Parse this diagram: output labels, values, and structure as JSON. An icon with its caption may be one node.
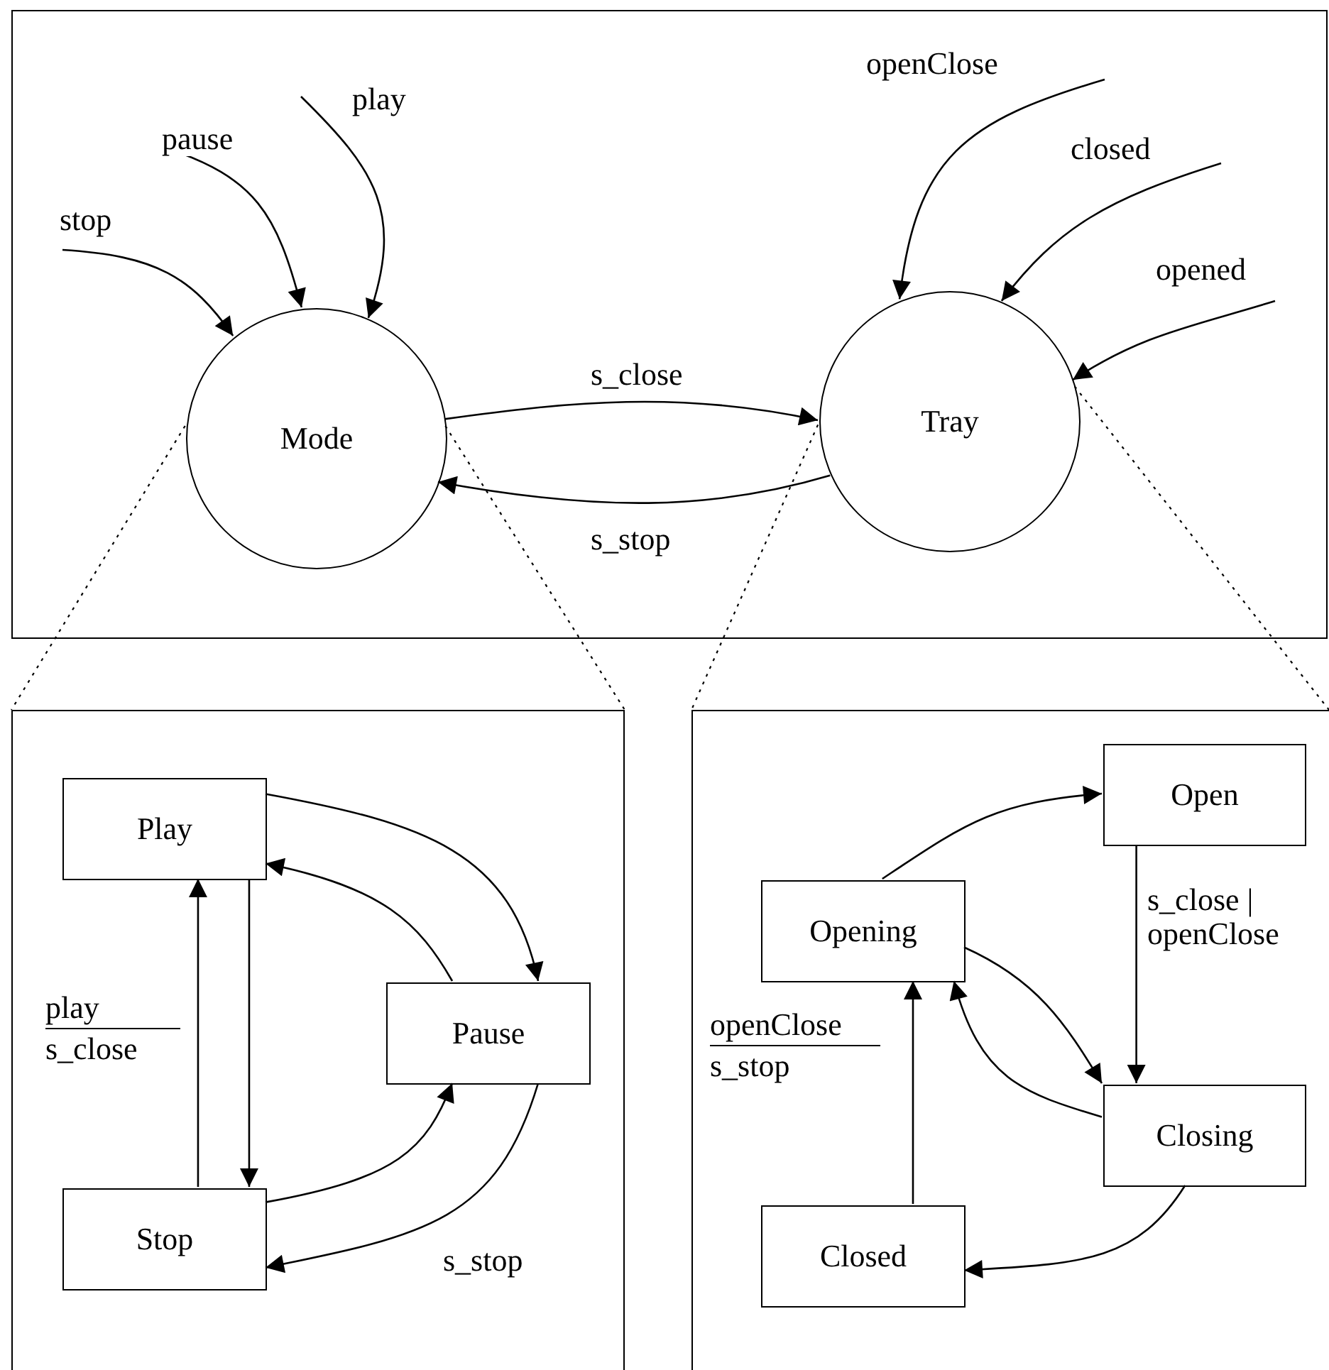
{
  "diagram": {
    "nodes": [
      {
        "text": [],
        "shape": "box"
      },
      {
        "text": [
          "Mode"
        ],
        "in": 0
      },
      {
        "text": [
          "Tray"
        ],
        "in": 0
      },
      {
        "text": [],
        "shape": "box"
      },
      {
        "text": [
          "Play"
        ],
        "in": 3
      },
      {
        "text": [
          "Stop"
        ],
        "in": 3
      },
      {
        "text": [
          "Pause"
        ],
        "in": 3
      },
      {
        "text": [],
        "shape": "box"
      },
      {
        "text": [
          "Open"
        ],
        "in": 7
      },
      {
        "text": [
          "Opening"
        ],
        "in": 7
      },
      {
        "text": [
          "Closing"
        ],
        "in": 7
      },
      {
        "text": [
          "Closed"
        ],
        "in": 7
      }
    ],
    "edges": [
      {
        "from": null,
        "to": 1,
        "arrow": "to",
        "label": "stop"
      },
      {
        "from": null,
        "to": 1,
        "arrow": "to",
        "label": "pause"
      },
      {
        "from": null,
        "to": 1,
        "arrow": "to",
        "label": "play"
      },
      {
        "from": null,
        "to": 2,
        "arrow": "to",
        "label": "openClose"
      },
      {
        "from": null,
        "to": 2,
        "arrow": "to",
        "label": "closed"
      },
      {
        "from": null,
        "to": 2,
        "arrow": "to",
        "label": "opened"
      },
      {
        "from": 1,
        "to": 2,
        "arrow": "to",
        "label": "s_close"
      },
      {
        "from": 2,
        "to": 1,
        "arrow": "to",
        "label": "s_stop"
      },
      {
        "from": 1,
        "to": 3,
        "arrow": "none",
        "style": "dashed"
      },
      {
        "from": 1,
        "to": 3,
        "arrow": "none",
        "style": "dashed"
      },
      {
        "from": 2,
        "to": 7,
        "arrow": "none",
        "style": "dashed"
      },
      {
        "from": 2,
        "to": 7,
        "arrow": "none",
        "style": "dashed"
      },
      {
        "from": 4,
        "to": 6,
        "arrow": "to"
      },
      {
        "from": 6,
        "to": 4,
        "arrow": "to"
      },
      {
        "from": 5,
        "to": 4,
        "arrow": "to"
      },
      {
        "from": 4,
        "to": 5,
        "arrow": "to"
      },
      {
        "from": 5,
        "to": 6,
        "arrow": "to"
      },
      {
        "from": 6,
        "to": 5,
        "arrow": "to",
        "label": "s_stop"
      },
      {
        "from": 9,
        "to": 8,
        "arrow": "to"
      },
      {
        "from": 8,
        "to": 10,
        "arrow": "to",
        "label": "s_close | openClose"
      },
      {
        "from": 9,
        "to": 10,
        "arrow": "to"
      },
      {
        "from": 10,
        "to": 9,
        "arrow": "to"
      },
      {
        "from": 11,
        "to": 9,
        "arrow": "to"
      },
      {
        "from": 10,
        "to": 11,
        "arrow": "to"
      }
    ],
    "labels": [
      "play",
      "s_close",
      "openClose",
      "s_stop"
    ]
  }
}
